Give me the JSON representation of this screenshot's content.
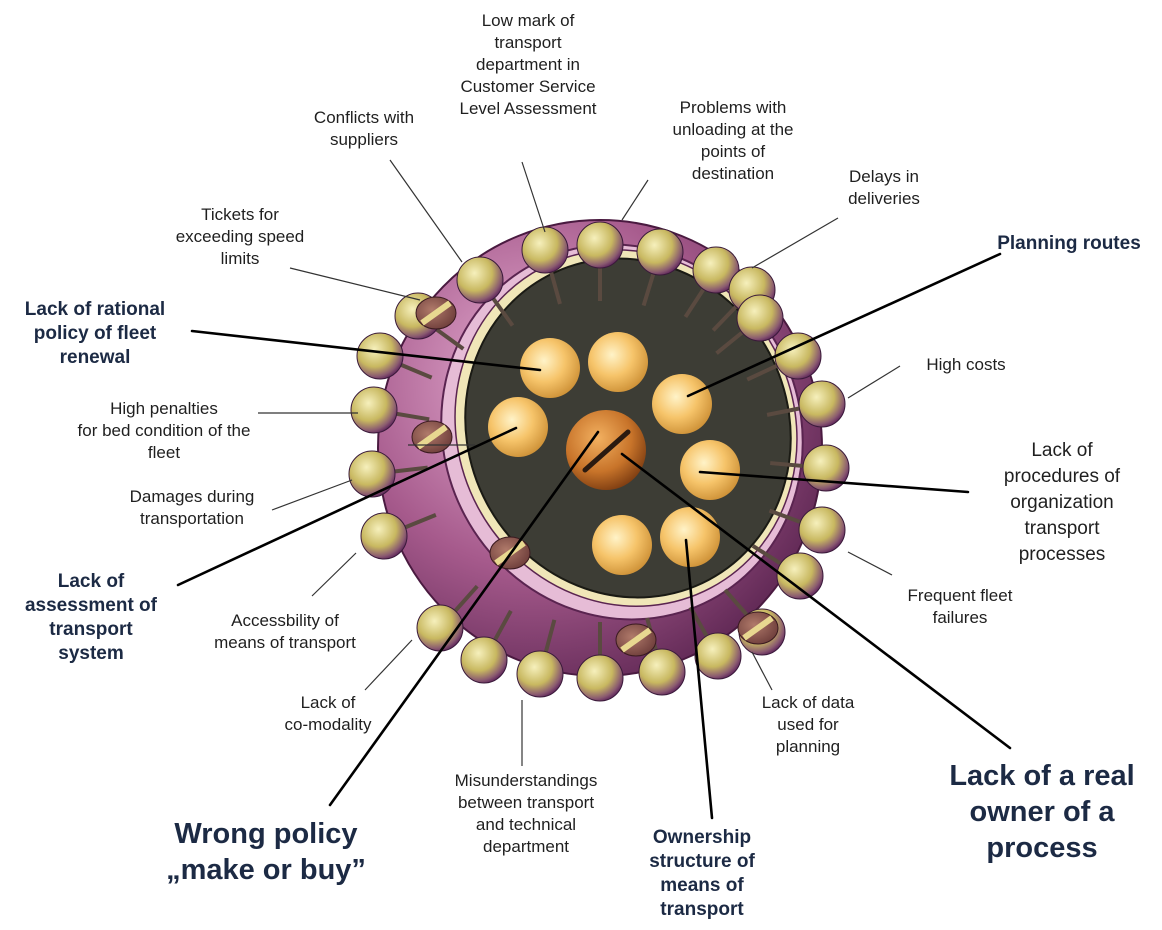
{
  "diagram": {
    "minor_causes": {
      "low_mark": "Low mark of\ntransport\ndepartment in\nCustomer Service\nLevel Assessment",
      "conflicts": "Conflicts with\nsuppliers",
      "unloading": "Problems with\nunloading at the\npoints of\ndestination",
      "delays": "Delays in\ndeliveries",
      "tickets": "Tickets for\nexceeding speed\nlimits",
      "high_costs": "High costs",
      "penalties": "High penalties\nfor bed condition of the\nfleet",
      "damages": "Damages during\ntransportation",
      "fleet_failures": "Frequent fleet\nfailures",
      "accessibility": "Accessbility of\nmeans of transport",
      "co_modality": "Lack of\nco-modality",
      "data_planning": "Lack of data\nused for\nplanning",
      "misunderstandings": "Misunderstandings\nbetween transport\nand technical\ndepartment"
    },
    "major_causes": {
      "planning_routes": "Planning routes",
      "fleet_renewal": "Lack of rational\npolicy of fleet\nrenewal",
      "procedures": "Lack of\nprocedures of\norganization\ntransport\nprocesses",
      "assessment": "Lack of\nassessment of\ntransport\nsystem",
      "ownership": "Ownership\nstructure of\nmeans of\ntransport"
    },
    "key_causes": {
      "make_or_buy": "Wrong policy\n„make or buy”",
      "real_owner": "Lack of a real\nowner of a\nprocess"
    },
    "colors": {
      "outer_shell": "#a65a8c",
      "membrane": "#d9a8c8",
      "core": "#3d3d35",
      "inner_sphere": "#f6c46a",
      "nucleus": "#c8742a",
      "spike_head": "#c8b860",
      "spike_tint": "#6a2a6a",
      "text": "#1f1f1f",
      "text_major": "#1c2a44"
    }
  }
}
